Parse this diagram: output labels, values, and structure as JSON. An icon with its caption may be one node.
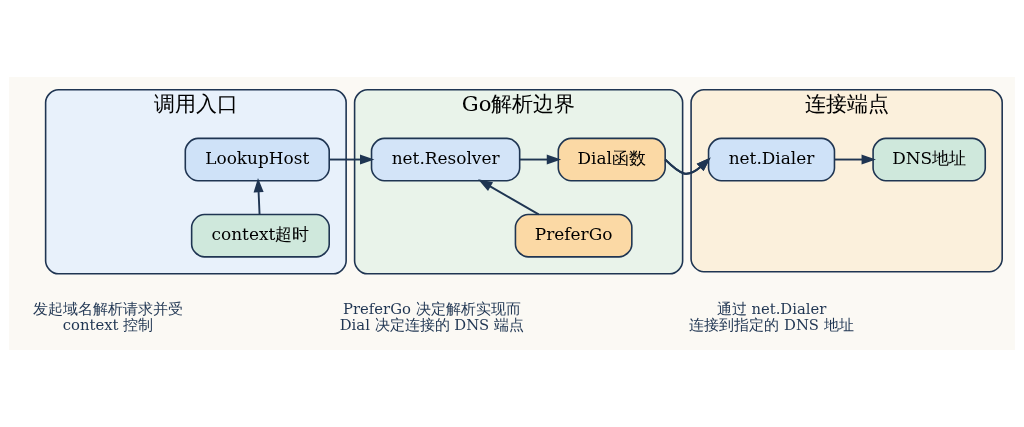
{
  "diagram": {
    "nodes": [
      {
        "text": [
          "调用入口"
        ],
        "beside": [
          "发起域名解析请求并受 context 控制"
        ]
      },
      {
        "text": [
          "LookupHost"
        ],
        "in": 0
      },
      {
        "text": [
          "context超时"
        ],
        "in": 0
      },
      {
        "text": [
          "Go解析边界"
        ],
        "beside": [
          "PreferGo 决定解析实现而 Dial 决定连接的 DNS 端点"
        ]
      },
      {
        "text": [
          "net.Resolver"
        ],
        "in": 3
      },
      {
        "text": [
          "Dial函数"
        ],
        "in": 3
      },
      {
        "text": [
          "PreferGo"
        ],
        "in": 3
      },
      {
        "text": [
          "连接端点"
        ],
        "beside": [
          "通过 net.Dialer 连接到指定的 DNS 地址"
        ]
      },
      {
        "text": [
          "net.Dialer"
        ],
        "in": 7
      },
      {
        "text": [
          "DNS地址"
        ],
        "in": 7
      }
    ],
    "edges": [
      {
        "from": 2,
        "to": 1,
        "arrow": "to"
      },
      {
        "from": 1,
        "to": 4,
        "arrow": "to"
      },
      {
        "from": 6,
        "to": 4,
        "arrow": "to"
      },
      {
        "from": 4,
        "to": 5,
        "arrow": "to"
      },
      {
        "from": 5,
        "to": 8,
        "arrow": "to"
      },
      {
        "from": 8,
        "to": 9,
        "arrow": "to"
      }
    ]
  }
}
